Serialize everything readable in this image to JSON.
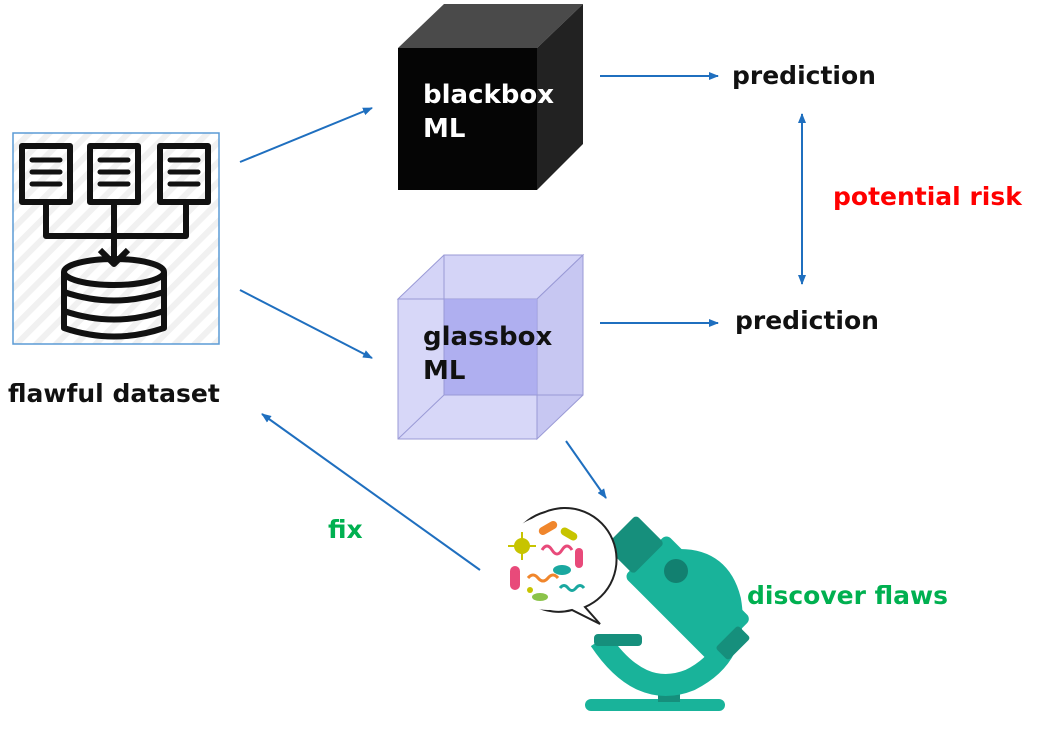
{
  "dataset": {
    "label": "flawful dataset",
    "icon": "dataset-database-icon"
  },
  "blackbox": {
    "line1": "blackbox",
    "line2": "ML",
    "prediction": "prediction",
    "color": "#000000"
  },
  "glassbox": {
    "line1": "glassbox",
    "line2": "ML",
    "prediction": "prediction",
    "color": "#c9c9f5"
  },
  "risk": {
    "label": "potential risk",
    "color": "#ff0000"
  },
  "flaws": {
    "label": "discover flaws",
    "color": "#00b050",
    "icon": "microscope-icon"
  },
  "fix": {
    "label": "fix",
    "color": "#00b050"
  },
  "arrow_color": "#1f6fbf"
}
